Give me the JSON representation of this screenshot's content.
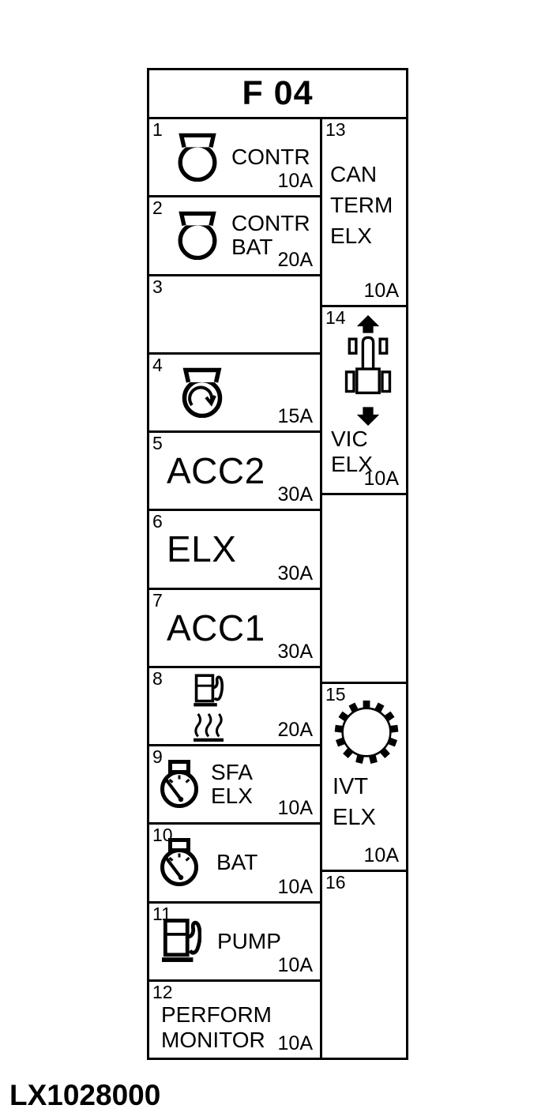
{
  "header": {
    "title": "F 04"
  },
  "footer": {
    "figure_id": "LX1028000"
  },
  "colors": {
    "line": "#000000",
    "background": "#ffffff"
  },
  "left_fuses": [
    {
      "number": "1",
      "lines": [
        "CONTR"
      ],
      "amps": "10A",
      "icons": [
        "key-switch-icon"
      ]
    },
    {
      "number": "2",
      "lines": [
        "CONTR",
        "BAT"
      ],
      "amps": "20A",
      "icons": [
        "key-switch-icon"
      ]
    },
    {
      "number": "3",
      "lines": [],
      "amps": "",
      "icons": []
    },
    {
      "number": "4",
      "lines": [],
      "amps": "15A",
      "icons": [
        "key-switch-start-icon"
      ]
    },
    {
      "number": "5",
      "lines": [
        "ACC2"
      ],
      "amps": "30A",
      "icons": []
    },
    {
      "number": "6",
      "lines": [
        "ELX"
      ],
      "amps": "30A",
      "icons": []
    },
    {
      "number": "7",
      "lines": [
        "ACC1"
      ],
      "amps": "30A",
      "icons": []
    },
    {
      "number": "8",
      "lines": [],
      "amps": "20A",
      "icons": [
        "fuel-pump-icon",
        "glow-heat-icon"
      ]
    },
    {
      "number": "9",
      "lines": [
        "SFA",
        "ELX"
      ],
      "amps": "10A",
      "icons": [
        "gauge-icon"
      ]
    },
    {
      "number": "10",
      "lines": [
        "BAT"
      ],
      "amps": "10A",
      "icons": [
        "gauge-icon"
      ]
    },
    {
      "number": "11",
      "lines": [
        "PUMP"
      ],
      "amps": "10A",
      "icons": [
        "fuel-pump-icon"
      ]
    },
    {
      "number": "12",
      "lines": [
        "PERFORM",
        "MONITOR"
      ],
      "amps": "10A",
      "icons": []
    }
  ],
  "right_fuses": [
    {
      "number": "13",
      "lines": [
        "CAN",
        "TERM",
        "ELX"
      ],
      "amps": "10A",
      "icons": []
    },
    {
      "number": "14",
      "lines": [
        "VIC",
        "ELX"
      ],
      "amps": "10A",
      "icons": [
        "tractor-top-view-icon"
      ]
    },
    {
      "number": "",
      "lines": [],
      "amps": "",
      "icons": []
    },
    {
      "number": "15",
      "lines": [
        "IVT",
        "ELX"
      ],
      "amps": "10A",
      "icons": [
        "gear-icon"
      ]
    },
    {
      "number": "16",
      "lines": [],
      "amps": "",
      "icons": []
    }
  ]
}
